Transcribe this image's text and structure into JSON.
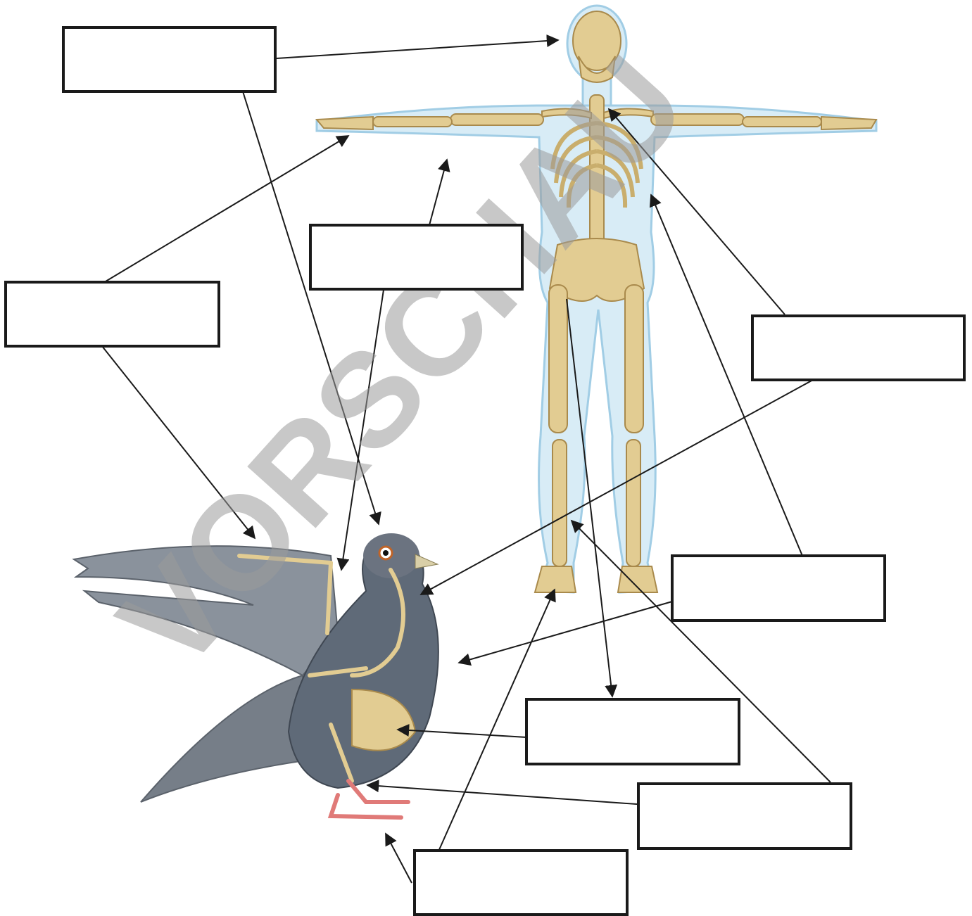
{
  "watermark": {
    "text": "VORSCHAU",
    "color": "#9a9a9a",
    "opacity": 0.55
  },
  "colors": {
    "bone": "#e2cc92",
    "bone_shadow": "#b8995a",
    "human_body": "#cfe6f3",
    "human_outline": "#8cc3e0",
    "bird_body": "#6b7380",
    "bird_wing": "#8a929c",
    "bird_feet": "#e07a78",
    "line": "#1a1a1a"
  },
  "labels": [
    {
      "id": "box-1",
      "text": ""
    },
    {
      "id": "box-2",
      "text": ""
    },
    {
      "id": "box-3",
      "text": ""
    },
    {
      "id": "box-4",
      "text": ""
    },
    {
      "id": "box-5",
      "text": ""
    },
    {
      "id": "box-6",
      "text": ""
    },
    {
      "id": "box-7",
      "text": ""
    },
    {
      "id": "box-8",
      "text": ""
    },
    {
      "id": "box-9",
      "text": ""
    }
  ]
}
